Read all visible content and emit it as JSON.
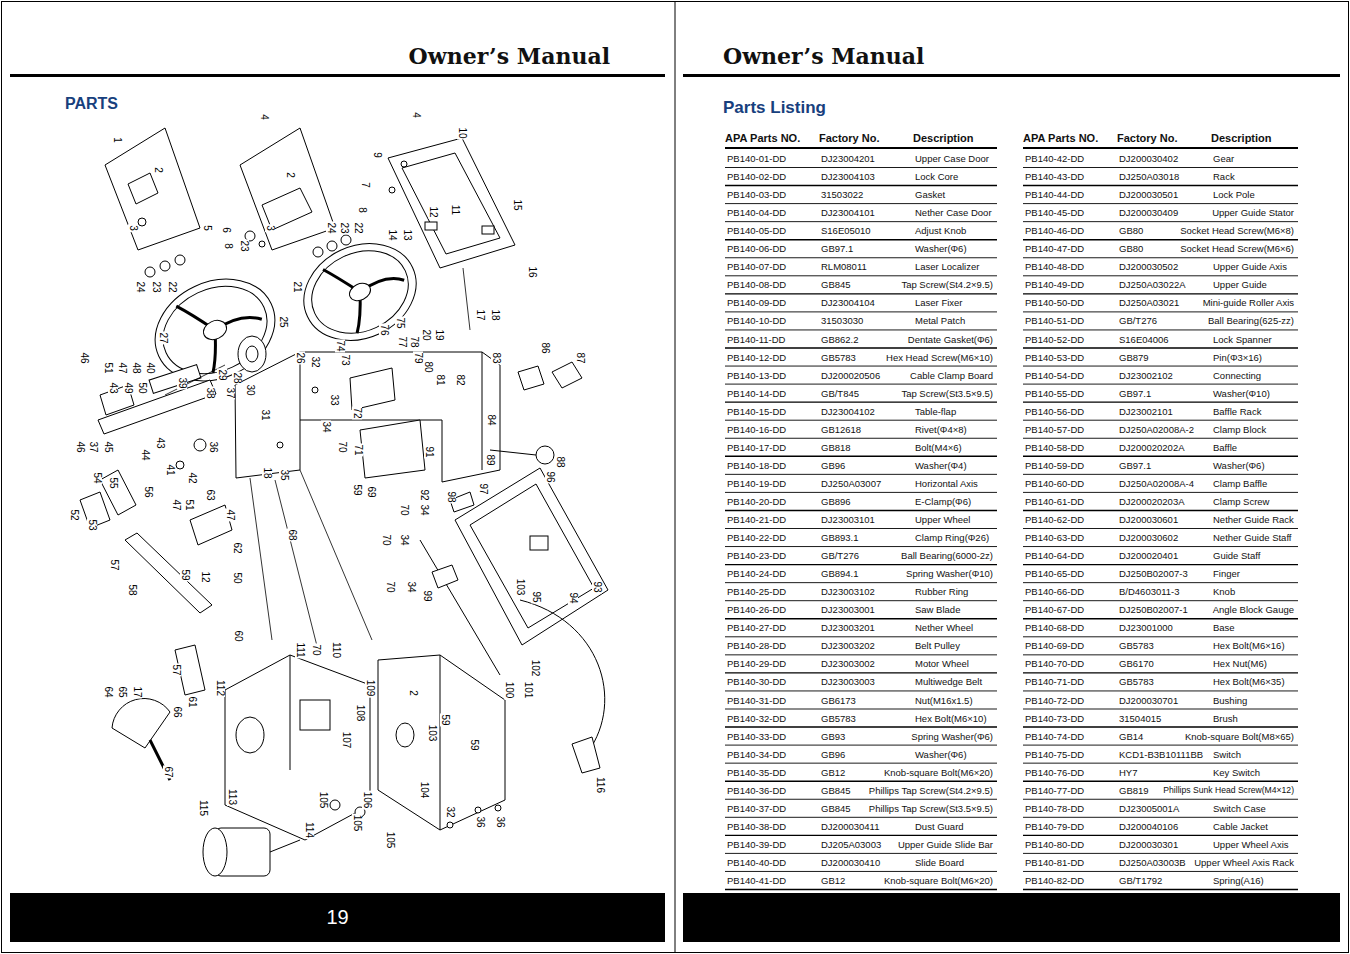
{
  "diagram": {
    "title": "Owner’s Manual",
    "nodes": [
      {
        "text": [
          "19"
        ]
      }
    ],
    "labels": [
      "PARTS",
      "1",
      "2",
      "3",
      "4",
      "2",
      "3",
      "5",
      "6",
      "8",
      "23",
      "4",
      "10",
      "9",
      "7",
      "8",
      "12",
      "11",
      "14",
      "13",
      "15",
      "16",
      "22",
      "23",
      "24",
      "24",
      "23",
      "22",
      "21",
      "25",
      "27",
      "17",
      "18",
      "20",
      "19",
      "76",
      "75",
      "77",
      "78",
      "79",
      "80",
      "73",
      "74",
      "83",
      "86",
      "87",
      "81",
      "82",
      "32",
      "26",
      "29",
      "28",
      "37",
      "38",
      "39",
      "30",
      "33",
      "31",
      "34",
      "72",
      "84",
      "89",
      "88",
      "96",
      "91",
      "71",
      "70",
      "36",
      "18",
      "35",
      "59",
      "69",
      "92",
      "98",
      "97",
      "68",
      "70",
      "34",
      "70",
      "34",
      "70",
      "34",
      "99",
      "103",
      "95",
      "94",
      "93",
      "102",
      "101",
      "100",
      "116",
      "46",
      "51",
      "47",
      "48",
      "40",
      "49",
      "50",
      "43",
      "43",
      "44",
      "45",
      "37",
      "46",
      "41",
      "42",
      "54",
      "55",
      "56",
      "52",
      "53",
      "47",
      "51",
      "63",
      "47",
      "62",
      "59",
      "12",
      "50",
      "57",
      "58",
      "60",
      "57",
      "61",
      "112",
      "64",
      "65",
      "17",
      "66",
      "67",
      "111",
      "70",
      "110",
      "109",
      "108",
      "107",
      "2",
      "59",
      "103",
      "59",
      "113",
      "115",
      "114",
      "105",
      "106",
      "105",
      "105",
      "104",
      "32",
      "36",
      "36",
      "Owner’s Manual",
      "Parts Listing",
      "APA Parts NO.",
      "Factory No.",
      "Description",
      "APA Parts NO.",
      "Factory No.",
      "Description",
      "PB140-01-DD",
      "DJ23004201",
      "Upper Case Door",
      "PB140-02-DD",
      "DJ23004103",
      "Lock Core",
      "PB140-03-DD",
      "31503022",
      "Gasket",
      "PB140-04-DD",
      "DJ23004101",
      "Nether Case Door",
      "PB140-05-DD",
      "S16E05010",
      "Adjust Knob",
      "PB140-06-DD",
      "GB97.1",
      "Washer(Φ6)",
      "PB140-07-DD",
      "RLM08011",
      "Laser Localizer",
      "PB140-08-DD",
      "GB845",
      "Tap Screw(St4.2×9.5)",
      "PB140-09-DD",
      "DJ23004104",
      "Laser Fixer",
      "PB140-10-DD",
      "31503030",
      "Metal Patch",
      "PB140-11-DD",
      "GB862.2",
      "Dentate Gasket(Φ6)",
      "PB140-12-DD",
      "GB5783",
      "Hex Head Screw(M6×10)",
      "PB140-13-DD",
      "DJ200020506",
      "Cable Clamp Board",
      "PB140-14-DD",
      "GB/T845",
      "Tap Screw(St3.5×9.5)",
      "PB140-15-DD",
      "DJ23004102",
      "Table-flap",
      "PB140-16-DD",
      "GB12618",
      "Rivet(Φ4×8)",
      "PB140-17-DD",
      "GB818",
      "Bolt(M4×6)",
      "PB140-18-DD",
      "GB96",
      "Washer(Φ4)",
      "PB140-19-DD",
      "DJ250A03007",
      "Horizontal Axis",
      "PB140-20-DD",
      "GB896",
      "E-Clamp(Φ6)",
      "PB140-21-DD",
      "DJ23003101",
      "Upper Wheel",
      "PB140-22-DD",
      "GB893.1",
      "Clamp Ring(Φ26)",
      "PB140-23-DD",
      "GB/T276",
      "Ball Bearing(6000-2z)",
      "PB140-24-DD",
      "GB894.1",
      "Spring Washer(Φ10)",
      "PB140-25-DD",
      "DJ23003102",
      "Rubber Ring",
      "PB140-26-DD",
      "DJ23003001",
      "Saw Blade",
      "PB140-27-DD",
      "DJ23003201",
      "Nether Wheel",
      "PB140-28-DD",
      "DJ23003202",
      "Belt Pulley",
      "PB140-29-DD",
      "DJ23003002",
      "Motor Wheel",
      "PB140-30-DD",
      "DJ23003003",
      "Multiwedge Belt",
      "PB140-31-DD",
      "GB6173",
      "Nut(M16x1.5)",
      "PB140-32-DD",
      "GB5783",
      "Hex Bolt(M6×10)",
      "PB140-33-DD",
      "GB93",
      "Spring Washer(Φ6)",
      "PB140-34-DD",
      "GB96",
      "Washer(Φ6)",
      "PB140-35-DD",
      "GB12",
      "Knob-square Bolt(M6×20)",
      "PB140-36-DD",
      "GB845",
      "Phillips Tap Screw(St4.2×9.5)",
      "PB140-37-DD",
      "GB845",
      "Phillips Tap Screw(St3.5×9.5)",
      "PB140-38-DD",
      "DJ200030411",
      "Dust Guard",
      "PB140-39-DD",
      "DJ205A03003",
      "Upper Guide Slide Bar",
      "PB140-40-DD",
      "DJ200030410",
      "Slide Board",
      "PB140-41-DD",
      "GB12",
      "Knob-square Bolt(M6×20)",
      "PB140-42-DD",
      "DJ200030402",
      "Gear",
      "PB140-43-DD",
      "DJ250A03018",
      "Rack",
      "PB140-44-DD",
      "DJ200030501",
      "Lock Pole",
      "PB140-45-DD",
      "DJ200030409",
      "Upper Guide Stator",
      "PB140-46-DD",
      "GB80",
      "Socket Head Screw(M6×8)",
      "PB140-47-DD",
      "GB80",
      "Socket Head Screw(M6×6)",
      "PB140-48-DD",
      "DJ200030502",
      "Upper Guide Axis",
      "PB140-49-DD",
      "DJ250A03022A",
      "Upper Guide",
      "PB140-50-DD",
      "DJ250A03021",
      "Mini-guide Roller Axis",
      "PB140-51-DD",
      "GB/T276",
      "Ball Bearing(625-zz)",
      "PB140-52-DD",
      "S16E04006",
      "Lock Spanner",
      "PB140-53-DD",
      "GB879",
      "Pin(Φ3×16)",
      "PB140-54-DD",
      "DJ23002102",
      "Connecting",
      "PB140-55-DD",
      "GB97.1",
      "Washer(Φ10)",
      "PB140-56-DD",
      "DJ23002101",
      "Baffle Rack",
      "PB140-57-DD",
      "DJ250A02008A-2",
      "Clamp Block",
      "PB140-58-DD",
      "DJ200020202A",
      "Baffle",
      "PB140-59-DD",
      "GB97.1",
      "Washer(Φ6)",
      "PB140-60-DD",
      "DJ250A02008A-4",
      "Clamp Baffle",
      "PB140-61-DD",
      "DJ200020203A",
      "Clamp Screw",
      "PB140-62-DD",
      "DJ200030601",
      "Nether Guide Rack",
      "PB140-63-DD",
      "DJ200030602",
      "Nether Guide Staff",
      "PB140-64-DD",
      "DJ200020401",
      "Guide Staff",
      "PB140-65-DD",
      "DJ250B02007-3",
      "Finger",
      "PB140-66-DD",
      "B/D4603011-3",
      "Knob",
      "PB140-67-DD",
      "DJ250B02007-1",
      "Angle Block Gauge",
      "PB140-68-DD",
      "DJ23001000",
      "Base",
      "PB140-69-DD",
      "GB5783",
      "Hex Bolt(M6×16)",
      "PB140-70-DD",
      "GB6170",
      "Hex Nut(M6)",
      "PB140-71-DD",
      "GB5783",
      "Hex Bolt(M6×35)",
      "PB140-72-DD",
      "DJ200030701",
      "Bushing",
      "PB140-73-DD",
      "31504015",
      "Brush",
      "PB140-74-DD",
      "GB14",
      "Knob-square Bolt(M8×65)",
      "PB140-75-DD",
      "KCD1-B3B10111BB",
      "Switch",
      "PB140-76-DD",
      "HY7",
      "Key Switch",
      "PB140-77-DD",
      "GB819",
      "Phillips Sunk Head Screw(M4×12)",
      "PB140-78-DD",
      "DJ23005001A",
      "Switch Case",
      "PB140-79-DD",
      "DJ200040106",
      "Cable Jacket",
      "PB140-80-DD",
      "DJ200030301",
      "Upper Wheel Axis",
      "PB140-81-DD",
      "DJ250A03003B",
      "Upper Wheel Axis Rack",
      "PB140-82-DD",
      "GB/T1792",
      "Spring(A16)"
    ]
  }
}
